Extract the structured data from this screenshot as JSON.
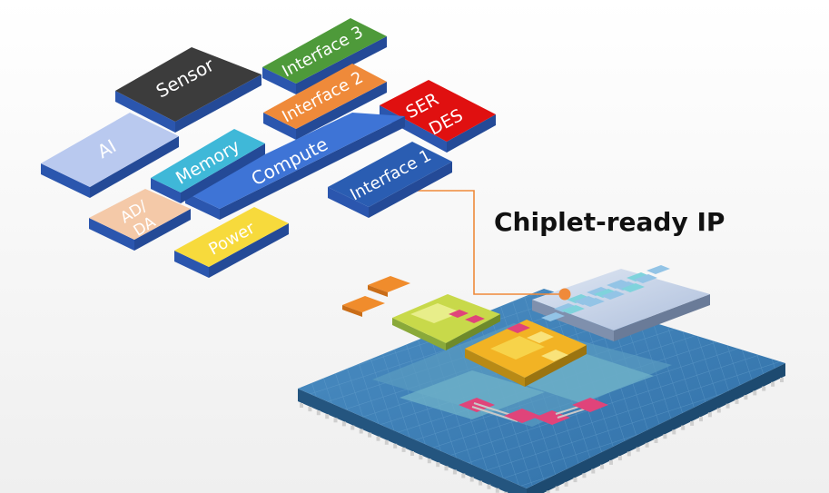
{
  "heading": "Chiplet-ready IP",
  "blocks": {
    "sensor": "Sensor",
    "interface3": "Interface 3",
    "interface2": "Interface 2",
    "serdes_line1": "SER",
    "serdes_line2": "DES",
    "ai": "AI",
    "memory": "Memory",
    "compute": "Compute",
    "interface1": "Interface 1",
    "adda_line1": "AD/",
    "adda_line2": "DA",
    "power": "Power"
  },
  "colors": {
    "sensor": "#3c3c3c",
    "interface3": "#4e9a3a",
    "interface2": "#ef8a3a",
    "serdes": "#e01010",
    "ai": "#b9c9ef",
    "memory": "#3fb8d8",
    "compute": "#3e74d6",
    "interface1": "#2a5db2",
    "adda": "#f4c9a8",
    "power": "#f7da3c",
    "block_side": "#2b56ae",
    "connector": "#ef8a3a",
    "substrate": "#3d7fb4"
  }
}
